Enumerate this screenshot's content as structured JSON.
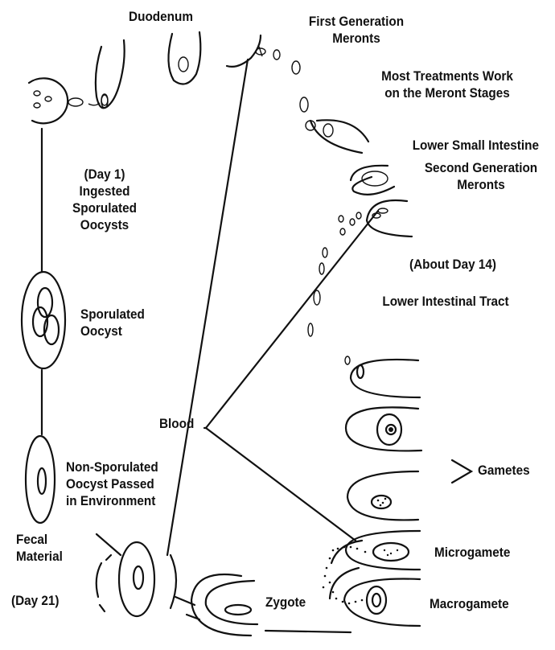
{
  "labels": {
    "duodenum": "Duodenum",
    "first_gen": "First Generation\nMeronts",
    "treatments": "Most Treatments Work\non the Meront Stages",
    "lower_small": "Lower Small Intestine",
    "second_gen": "Second Generation\nMeronts",
    "day1": "(Day 1)\nIngested\nSporulated\nOocysts",
    "day14": "(About Day 14)",
    "lower_tract": "Lower Intestinal Tract",
    "sporulated": "Sporulated\nOocyst",
    "blood": "Blood",
    "gametes": "Gametes",
    "nonsporulated": "Non-Sporulated\nOocyst Passed\nin Environment",
    "fecal": "Fecal\nMaterial",
    "day21": "(Day 21)",
    "microgamete": "Microgamete",
    "zygote": "Zygote",
    "macrogamete": "Macrogamete",
    "gametes_bracket": ">"
  }
}
